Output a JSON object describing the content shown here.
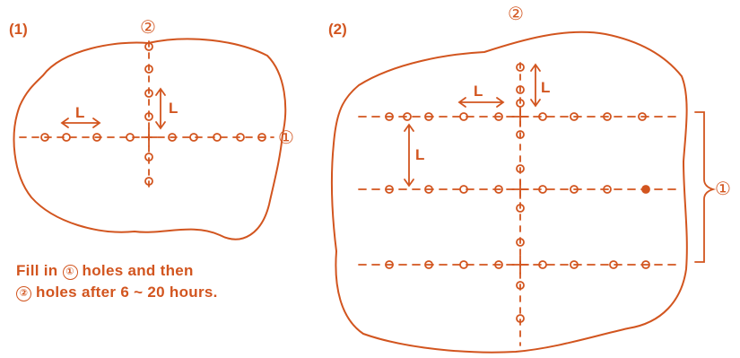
{
  "panel1": {
    "label": "(1)",
    "row_marker": "①",
    "col_marker": "②",
    "spacing_h": "L",
    "spacing_v": "L"
  },
  "panel2": {
    "label": "(2)",
    "row_marker": "①",
    "col_marker": "②",
    "spacing_h": "L",
    "spacing_v": "L"
  },
  "instruction": {
    "line1": {
      "prefix": "Fill in",
      "marker": "①",
      "suffix": "holes and then"
    },
    "line2": {
      "marker": "②",
      "suffix": "holes after 6 ~ 20 hours."
    }
  },
  "colors": {
    "ink": "#d2551f",
    "background": "#ffffff"
  }
}
